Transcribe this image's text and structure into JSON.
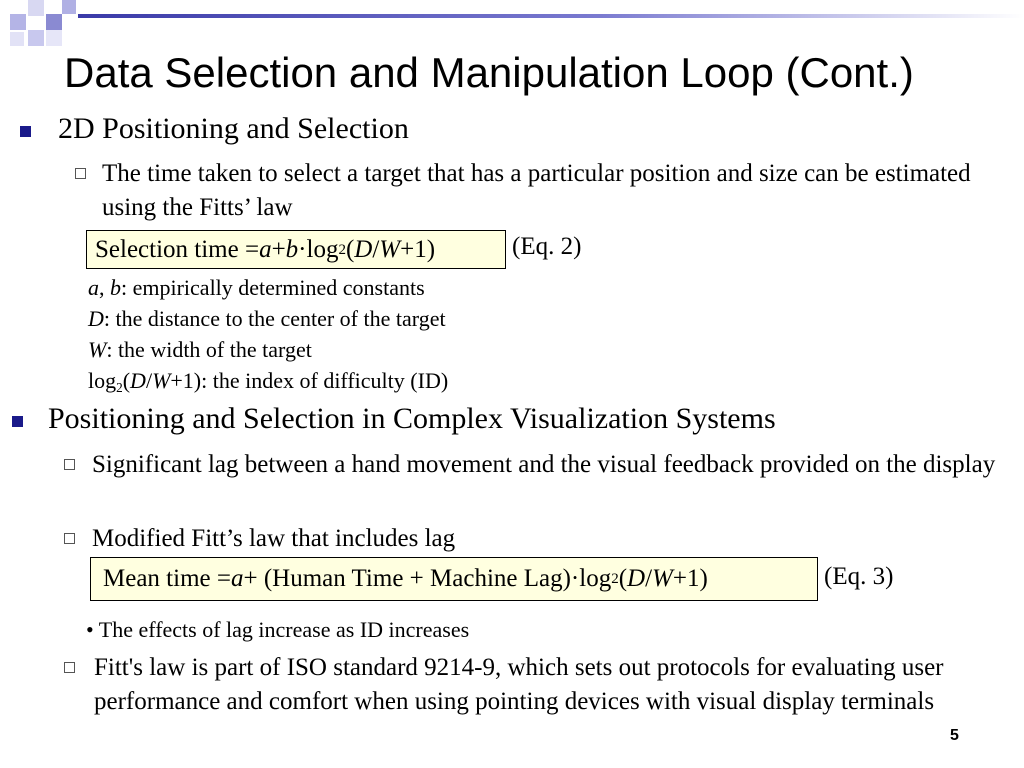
{
  "slide": {
    "title": "Data Selection and Manipulation Loop (Cont.)",
    "page_number": "5"
  },
  "section1": {
    "heading": "2D Positioning and Selection",
    "sub_item": "The time taken to select a target that has a particular position and size can be estimated using the Fitts’ law",
    "equation": {
      "lhs": "Selection time = ",
      "a": "a",
      "plus": " + ",
      "b": "b",
      "dotlog": "·log",
      "sub2": "2",
      "open": "(",
      "D": "D",
      "slash": "/",
      "W": "W",
      "close": "+1)",
      "label": "(Eq. 2)"
    },
    "definitions": {
      "ab_a": "a",
      "ab_comma": ", ",
      "ab_b": "b",
      "ab_text": ": empirically determined constants",
      "d_var": "D",
      "d_text": ": the distance to the center of the target",
      "w_var": "W",
      "w_text": ": the width of the target",
      "id_log": "log",
      "id_sub": "2",
      "id_open": "(",
      "id_D": "D",
      "id_slash": "/",
      "id_W": "W",
      "id_text": "+1): the index of difficulty (ID)"
    }
  },
  "section2": {
    "heading": "Positioning and Selection in Complex Visualization Systems",
    "item1": "Significant lag between a hand movement and the visual feedback provided on the display",
    "item2": "Modified Fitt’s law that includes lag",
    "equation": {
      "lhs": "Mean time = ",
      "a": "a",
      "mid": " + (Human Time + Machine Lag)·log",
      "sub2": "2",
      "open": "(",
      "D": "D",
      "slash": "/",
      "W": "W",
      "close": "+1)",
      "label": "(Eq. 3)"
    },
    "note": "• The effects of lag increase as ID increases",
    "item3": "Fitt's law is part of ISO standard 9214-9, which sets out protocols for  evaluating user performance and comfort when using pointing devices with visual display terminals"
  },
  "colors": {
    "bullet": "#1a1a8a",
    "equation_bg": "#ffffe0"
  }
}
